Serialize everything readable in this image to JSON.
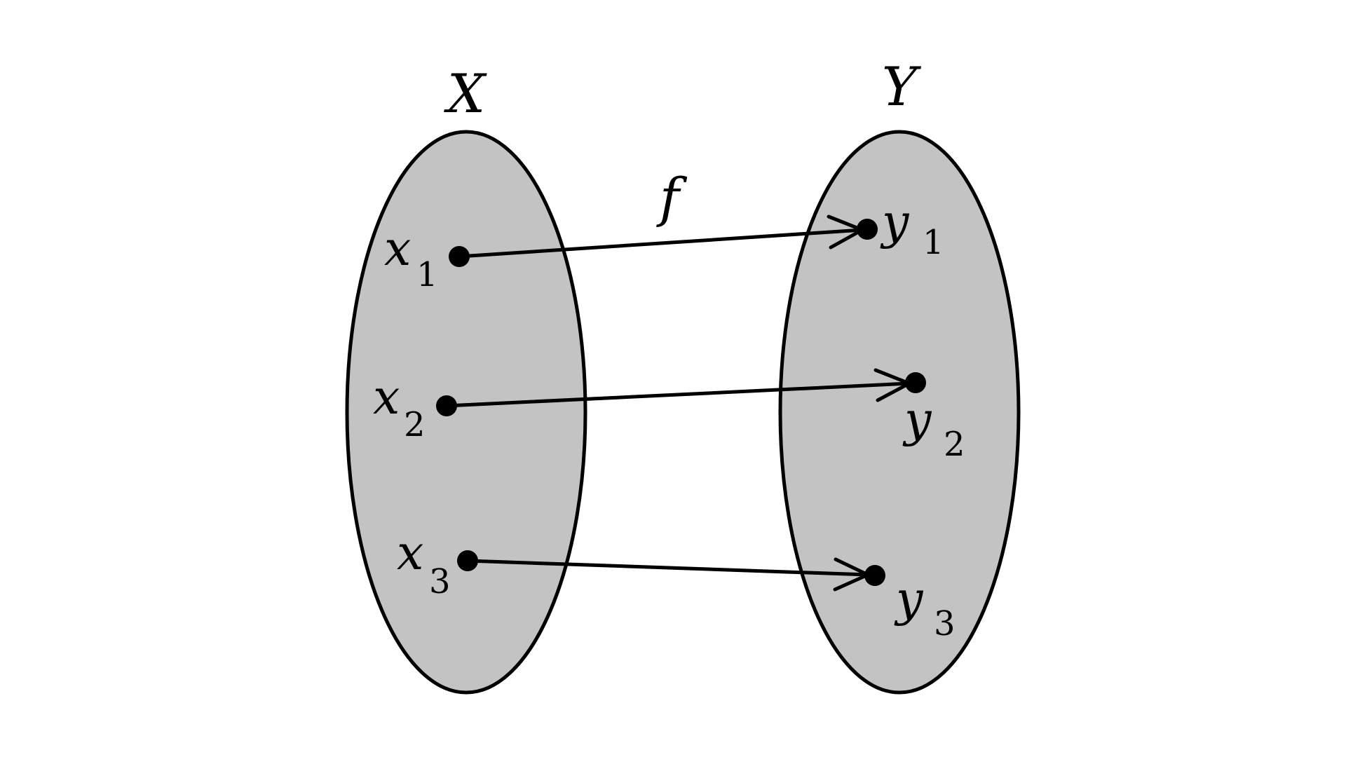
{
  "diagram": {
    "sets": [
      {
        "label": "X",
        "elements": [
          {
            "letter": "x",
            "index": "1"
          },
          {
            "letter": "x",
            "index": "2"
          },
          {
            "letter": "x",
            "index": "3"
          }
        ]
      },
      {
        "label": "Y",
        "elements": [
          {
            "letter": "y",
            "index": "1"
          },
          {
            "letter": "y",
            "index": "2"
          },
          {
            "letter": "y",
            "index": "3"
          }
        ]
      }
    ],
    "function_label": "f",
    "mapping": [
      {
        "from": "x1",
        "to": "y1"
      },
      {
        "from": "x2",
        "to": "y2"
      },
      {
        "from": "x3",
        "to": "y3"
      }
    ],
    "colors": {
      "set_fill": "#c3c3c3",
      "stroke": "#000000",
      "background": "#ffffff"
    }
  }
}
